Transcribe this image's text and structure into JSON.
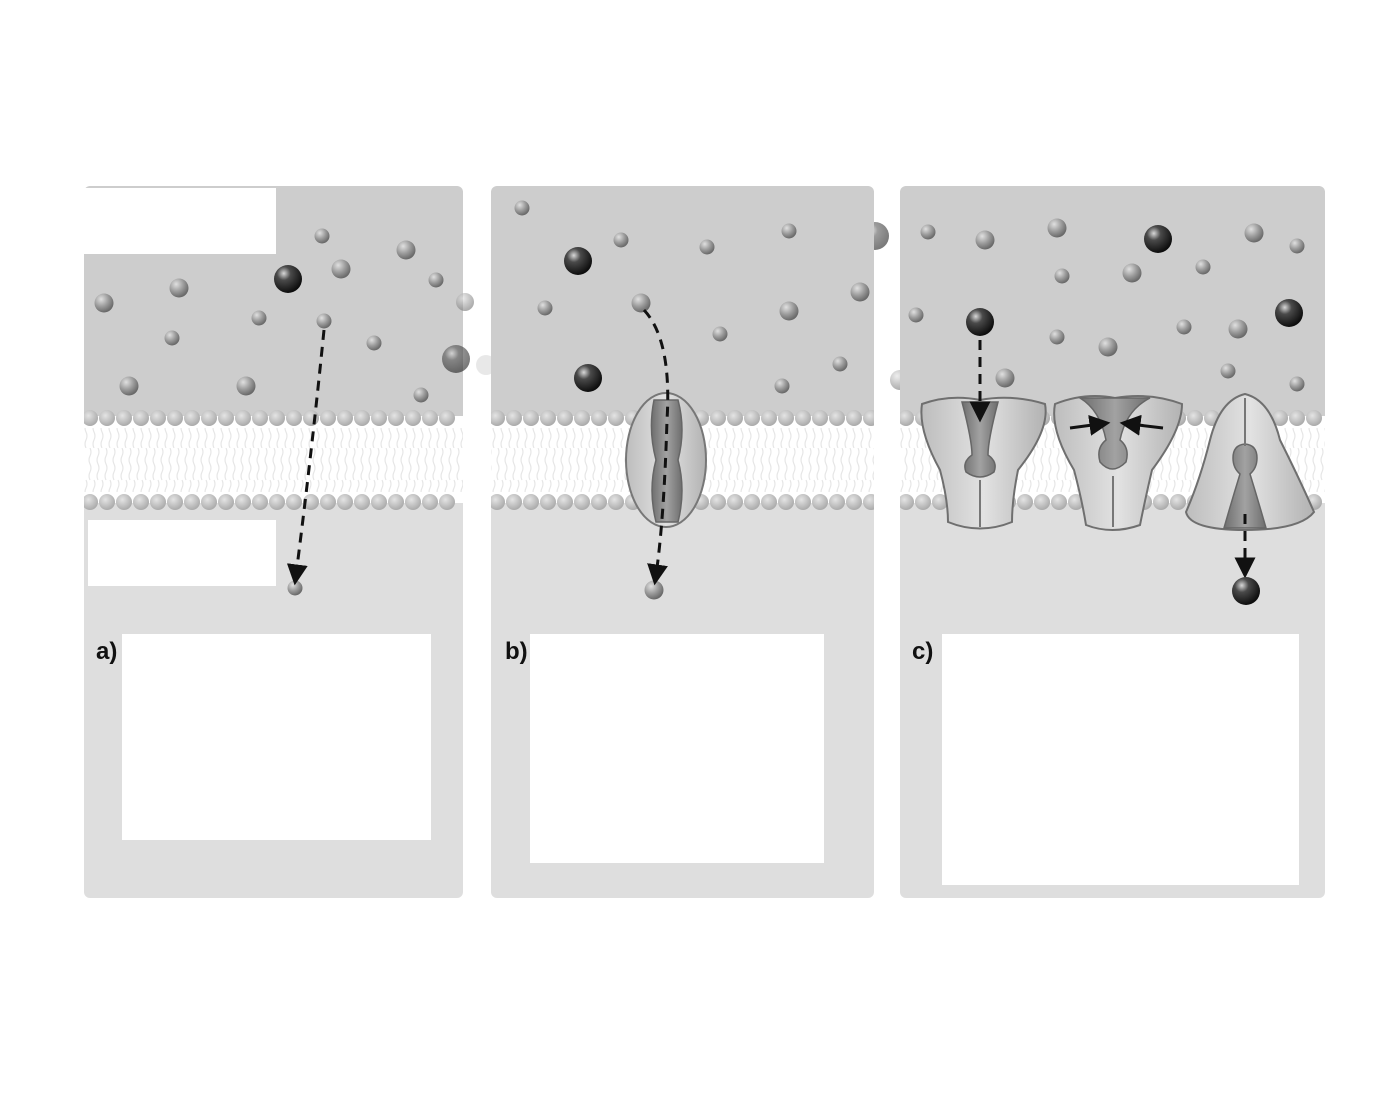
{
  "panels": [
    {
      "id": "a",
      "label": "a)",
      "mechanism": "simple-diffusion"
    },
    {
      "id": "b",
      "label": "b)",
      "mechanism": "channel-protein"
    },
    {
      "id": "c",
      "label": "c)",
      "mechanism": "carrier-protein"
    }
  ],
  "answer_boxes": {
    "a": "",
    "b": "",
    "c": "",
    "outside_label": "",
    "inside_label": ""
  },
  "colors": {
    "page": "#ffffff",
    "extracellular": "#cdcdcd",
    "cytoplasm": "#dedede",
    "head": "#bdbdbd",
    "protein_light": "#cfcfcf",
    "protein_dark": "#7e7e7e",
    "small_solute": "#9a9a9a",
    "large_solute": "#2a2a2a"
  },
  "icons": {
    "small_solute": "small-solute-icon",
    "large_solute": "large-solute-icon",
    "arrow": "dashed-arrow-icon"
  }
}
